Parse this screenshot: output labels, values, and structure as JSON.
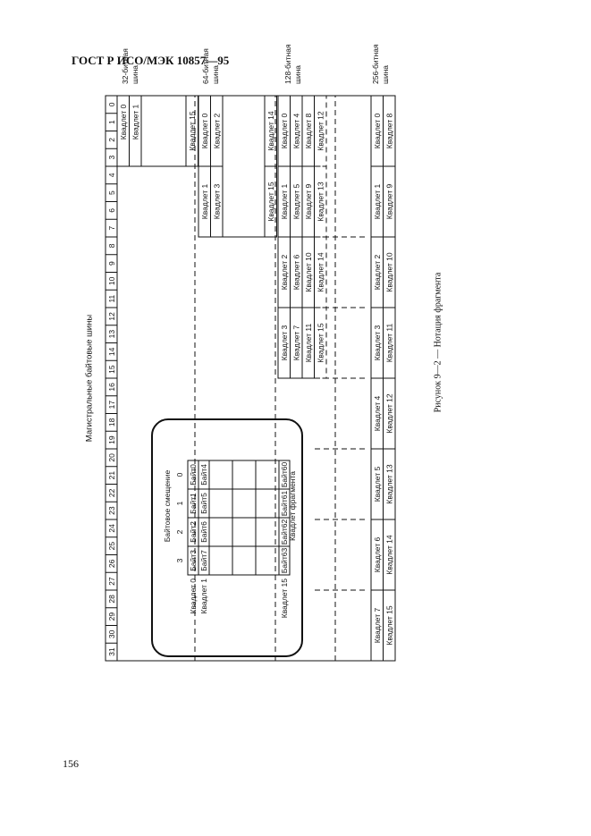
{
  "header": {
    "title": "ГОСТ Р ИСО/МЭК 10857—95"
  },
  "page_number": "156",
  "figure": {
    "top_label": "Магистральные байтовые шины",
    "caption": "Рисунок 9—2 — Нотация фрагмента",
    "lane_numbers": [
      "31",
      "30",
      "29",
      "28",
      "27",
      "26",
      "25",
      "24",
      "23",
      "22",
      "21",
      "20",
      "19",
      "18",
      "17",
      "16",
      "15",
      "14",
      "13",
      "12",
      "11",
      "10",
      "9",
      "8",
      "7",
      "6",
      "5",
      "4",
      "3",
      "2",
      "1",
      "0"
    ],
    "bus_labels": {
      "b32": [
        "32-битная",
        "шина"
      ],
      "b64": [
        "64-битная",
        "шина"
      ],
      "b128": [
        "128-битная",
        "шина"
      ],
      "b256": [
        "256-битная",
        "шина"
      ]
    },
    "offset_title": "Байтовое смещение",
    "offset_numbers": [
      "3",
      "2",
      "1",
      "0"
    ],
    "fragment_rows": [
      {
        "label": "Квадлет 0",
        "bytes": [
          "Байт3",
          "Байт2",
          "Байт1",
          "Байт0"
        ]
      },
      {
        "label": "Квадлет 1",
        "bytes": [
          "Байт7",
          "Байт6",
          "Байт5",
          "Байт4"
        ]
      },
      {
        "label": "",
        "bytes": [
          "",
          "",
          "",
          ""
        ]
      },
      {
        "label": "",
        "bytes": [
          "",
          "",
          "",
          ""
        ]
      },
      {
        "label": "",
        "bytes": [
          "",
          "",
          "",
          ""
        ]
      },
      {
        "label": "Квадлет 15",
        "bytes": [
          "Байт63",
          "Байт62",
          "Байт61",
          "Байт60"
        ]
      }
    ],
    "fragment_title": "Квадлет фрагмента",
    "rows32": [
      "Квадлет 0",
      "Квадлет 1",
      "Квадлет 15"
    ],
    "rows64": [
      [
        "Квадлет 1",
        "Квадлет 0"
      ],
      [
        "Квадлет 3",
        "Квадлет 2"
      ],
      [
        "Квадлет 15",
        "Квадлет 14"
      ]
    ],
    "rows128": [
      [
        "Квадлет 3",
        "Квадлет 2",
        "Квадлет 1",
        "Квадлет 0"
      ],
      [
        "Квадлет 7",
        "Квадлет 6",
        "Квадлет 5",
        "Квадлет 4"
      ],
      [
        "Квадлет 11",
        "Квадлет 10",
        "Квадлет 9",
        "Квадлет 8"
      ],
      [
        "Квадлет 15",
        "Квадлет 14",
        "Квадлет 13",
        "Квадлет 12"
      ]
    ],
    "rows256": [
      [
        "Квадлет 7",
        "Квадлет 6",
        "Квадлет 5",
        "Квадлет 4",
        "Квадлет 3",
        "Квадлет 2",
        "Квадлет 1",
        "Квадлет 0"
      ],
      [
        "Квадлет 15",
        "Квадлет 14",
        "Квадлет 13",
        "Квадлет 12",
        "Квадлет 11",
        "Квадлет 10",
        "Квадлет 9",
        "Квадлет 8"
      ]
    ]
  }
}
